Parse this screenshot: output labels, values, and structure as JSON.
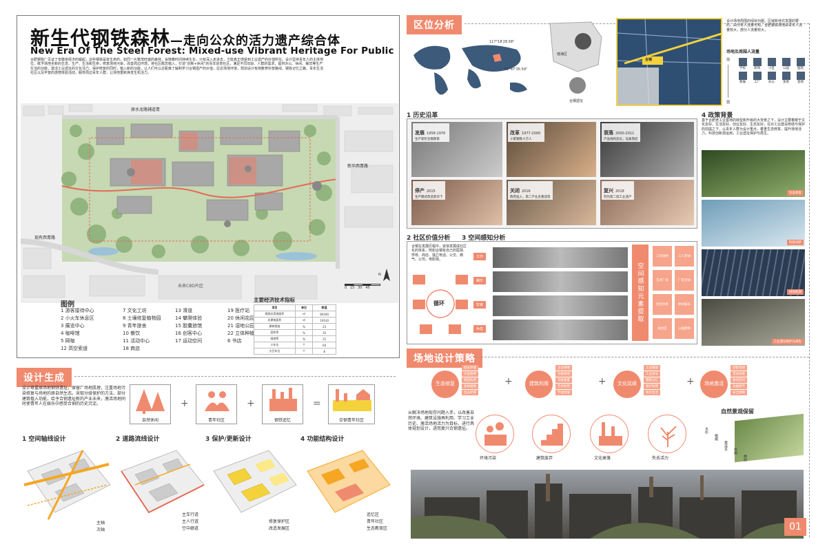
{
  "title": {
    "cn_main": "新生代钢铁森林",
    "cn_sub": "—走向公众的活力遗产综合体",
    "en": "New Era Of The Steel Forest: Mixed-use Vibrant Heritage For Public"
  },
  "intro_text": "合肥钢铁厂见证了安徽省经济的崛起，这些钢铁是有生命的。如同一片繁茂旺盛的森林，会随着时间持续生长，只有深入走进去，才能真正感受到工业遗产的价值所在。设计坚持青年人的主体地位，赋予场地全新的生态、生产、生活和生命，修复场地污染，改善周边环境，将社区概念植入，打造“创新+休闲”的青年创意社区，满足不同年龄、人群的需求，提供办公、休闲、餐饮等生产生活的功能，激活工业遗址的文化活力，保护修复的同时，植入新的功能，让人们可以近距离了解和学习合钢遗产的价值，拉近场地环境，规划设计有侧教育科普路线、钢铁记忆之路、青年生活社区以及丰富的游憩体验活动，服务周边青年人群，让场地重新焕发生机活力。",
  "site_plan": {
    "road_top": "原水龙路辅道青",
    "road_right": "新华西青路",
    "road_left": "现有西青路",
    "zone_bottom": "未来CBD片区",
    "scale": "0   15   30   45",
    "north": "N"
  },
  "legend": {
    "title": "图例",
    "items": [
      "1 游客接待中心",
      "7 文化工坊",
      "13 滑道",
      "19 医疗站",
      "2 小火车休息区",
      "8 土壤修复植物园",
      "14 攀爬体验",
      "20 休闲花园",
      "3 展览中心",
      "9 青年旅舍",
      "15 胶囊旅馆",
      "21 湿地公园",
      "4 咖啡馆",
      "10 餐饮",
      "16 创客中心",
      "22 立体种植",
      "5 网咖",
      "11 活动中心",
      "17 运动空间",
      "6 书店",
      "12 高空索道",
      "18 商店"
    ]
  },
  "econ": {
    "title": "主要经济技术指标",
    "headers": [
      "项目",
      "单位",
      "数值"
    ],
    "rows": [
      [
        "规划总用地面积",
        "㎡",
        "80180"
      ],
      [
        "总建筑面积",
        "㎡",
        "19140"
      ],
      [
        "建筑密度",
        "%",
        "23"
      ],
      [
        "容积率",
        "%",
        "35"
      ],
      [
        "绿地率",
        "%",
        "21"
      ],
      [
        "小车位",
        "个",
        "64"
      ],
      [
        "大巴车位",
        "个",
        "8"
      ]
    ]
  },
  "location": {
    "tag": "区位分析",
    "coord1": "117°18'28.58\"",
    "coord2": "31°47'35.59\"",
    "district": "瑶海区",
    "site": "合钢遗址",
    "site_label": "合钢",
    "desc": "设计场地周围的绿状功图，区域新增式发展的要的，由分析人流量可知，合肥钢铁场地由青年人流量较大，部分人流量较大，",
    "flow_title": "场地及周围人流量",
    "flow_strong": "强",
    "flow_weak": "弱",
    "icons": [
      "学校",
      "商场",
      "小区",
      "公园",
      "医院",
      "政展",
      "工厂",
      "办公",
      "宽地",
      "宽地"
    ]
  },
  "history": {
    "title": "1 历史沿革",
    "items": [
      {
        "label": "发展",
        "years": "1958-1976",
        "text": "生产新阶合钢那家"
      },
      {
        "label": "改革",
        "years": "1977-2000",
        "text": "十家钢铁十万人"
      },
      {
        "label": "衰落",
        "years": "2000-2011",
        "text": "产品线构造化，设备落后"
      },
      {
        "label": "停产",
        "years": "2015",
        "text": "生产模式改造新日下"
      },
      {
        "label": "关闭",
        "years": "2016",
        "text": "政府准入，第二产业去重成现"
      },
      {
        "label": "复兴",
        "years": "2018",
        "text": "列为第二批工业遗产"
      }
    ]
  },
  "policy": {
    "title": "4 政策背景",
    "text": "基于合肥老工业基地的转型和升级的大背景之下，设计主要着眼于文化友好、生活友好、创业友好、生态友好，在对工业建设修缮与保护的前提之下，以青年人群为设计重点，着重生态修复、提升场地活力，科技创新源运用，工业遗址保护与再生。",
    "photos": [
      "生态修复",
      "科技创新",
      "绿色能源",
      "工业遗址保护与再生"
    ]
  },
  "community": {
    "title1": "2 社区价值分析",
    "title2": "3 空间感知分析",
    "text": "合钢在发展历程中，逐渐发展成社区化的体系，例如合钢有自己的医院、学校、商店、独立电话、公交、铸气、公司、电影院。",
    "cycle": "循环",
    "rows": [
      "工作",
      "娱乐",
      "饮食",
      "休息"
    ],
    "extract": "空间感知元素提取",
    "right_tags": [
      [
        "工作场所",
        "工人劳动"
      ],
      [
        "艺术厂房",
        "厂区活动"
      ],
      [
        "社区体系",
        "休闲娱乐"
      ],
      [
        "居住区",
        "公园建筑"
      ]
    ]
  },
  "design": {
    "tag": "设计生成",
    "text": "设计尊重原场地钢铁遗址，保留厂场地肌理，注重场地污染修复与场地的原自然生态。采取分级保护的方法，部分建筑植入功能，给予合钢遗址新的产业未来，激活场地同时使青年人在娱乐中感受合钢的历史沉淀。",
    "icons": [
      "自然休闲",
      "青年社区",
      "钢铁追忆",
      "合钢青年社区"
    ],
    "steps": [
      {
        "title": "1 空间轴线设计",
        "legend": [
          "主轴",
          "次轴"
        ]
      },
      {
        "title": "2 道路流线设计",
        "legend": [
          "主车行道",
          "主人行道",
          "空中廊道"
        ]
      },
      {
        "title": "3 保护/更新设计",
        "legend": [
          "修复保护区",
          "改造发展区"
        ]
      },
      {
        "title": "4 功能结构设计",
        "legend": [
          "追忆区",
          "青年社区",
          "生态教育区"
        ]
      }
    ]
  },
  "strategy": {
    "tag": "场地设计策略",
    "circles": [
      {
        "name": "生态修复",
        "tags": [
          "游览环境",
          "大型植物",
          "微型利用",
          "多样植物",
          "生态环保"
        ]
      },
      {
        "name": "建筑利用",
        "tags": [
          "企业修缮",
          "功能修缮",
          "功能重置",
          "艺术利用",
          "节能措施"
        ]
      },
      {
        "name": "文化延续",
        "tags": [
          "工业景观",
          "工业符号",
          "钢铁记忆",
          "保护利用",
          "青年生活"
        ]
      },
      {
        "name": "场地激活",
        "tags": [
          "创客空间",
          "活动场景",
          "休闲空间",
          "功能棒节",
          "安全保障"
        ]
      }
    ],
    "text": "从解决场地现存问题入手，以改善自然环境、建筑设施再利用、学习工业历史、激活场地活力为目标，进行具体规划设计，进而复兴合钢遗址。",
    "problems": [
      "环境污染",
      "建筑废弃",
      "文化衰落",
      "失去活力"
    ],
    "natural": "自然景观保留",
    "natural_tags": [
      "水杉",
      "梧桐",
      "黄连木",
      "朴树",
      "杨树"
    ],
    "page_number": "01"
  },
  "colors": {
    "accent": "#f08a6e",
    "accent_light": "#f6a48b",
    "yellow": "#f4d23c",
    "orange_axis": "#f5a623"
  }
}
